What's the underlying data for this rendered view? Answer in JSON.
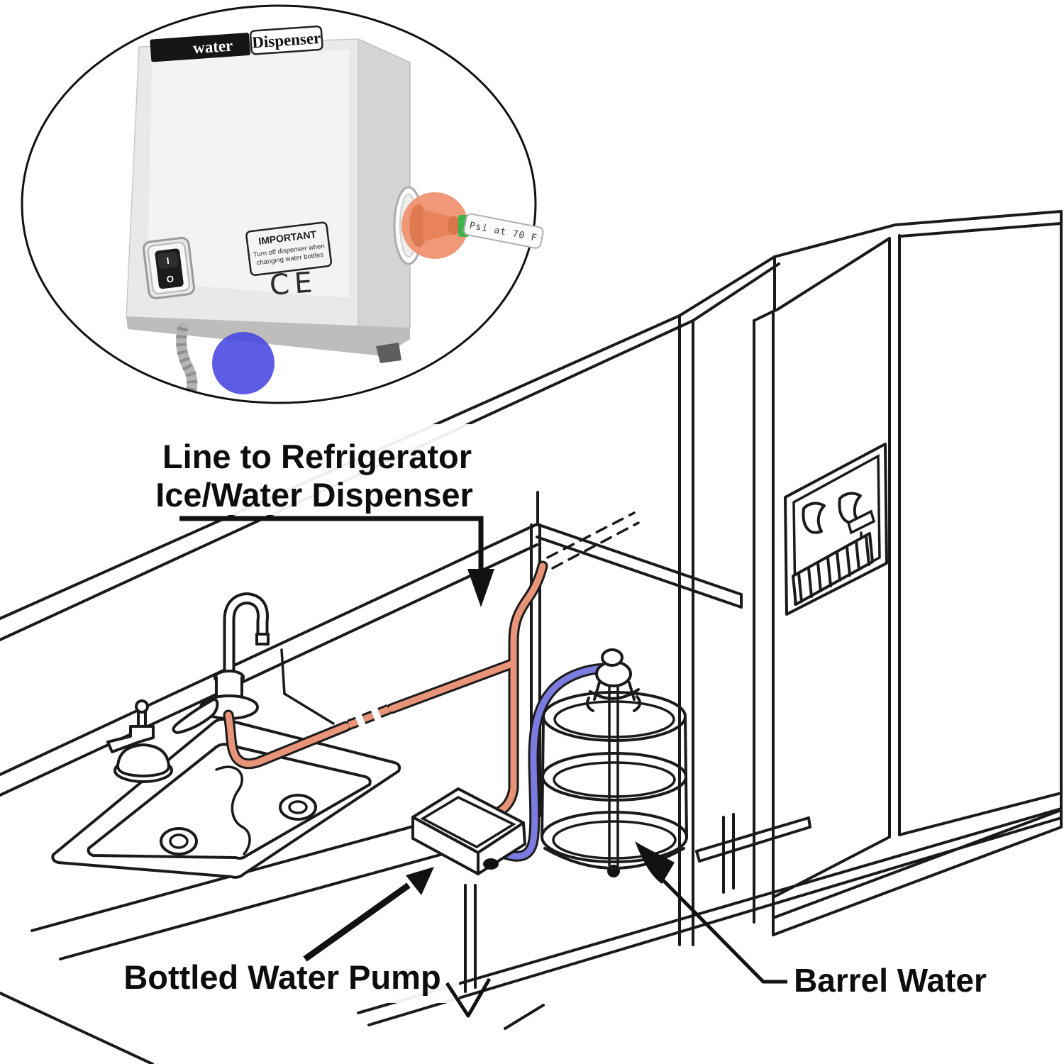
{
  "inset": {
    "device_label": {
      "left": "water",
      "right": "Dispenser"
    },
    "important": {
      "title": "IMPORTANT",
      "line1": "Turn off dispenser when",
      "line2": "changing water bottles"
    },
    "ce_mark": "CE",
    "switch": {
      "on": "I",
      "off": "O"
    },
    "tube_print": "Psi at 70 F"
  },
  "labels": {
    "line_to_fridge": [
      "Line to Refrigerator",
      "Ice/Water Dispenser"
    ],
    "pump": "Bottled Water Pump",
    "barrel": "Barrel Water"
  },
  "colors": {
    "line": "#1A1A1A",
    "warm_tube": "#E89478",
    "cool_tube": "#7B7BE0",
    "highlight_orange": "#EF9270",
    "highlight_blue": "#4646E0",
    "collet_green": "#3CB44A"
  }
}
